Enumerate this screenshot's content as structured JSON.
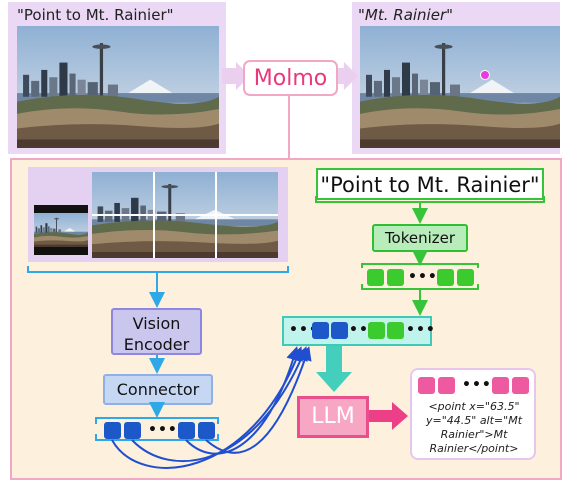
{
  "top": {
    "input_label": "\"Point to Mt. Rainier\"",
    "output_label_quote_open": "\"",
    "output_label_text": "Mt. Rainier",
    "output_label_quote_close": "\"",
    "model_label": "Molmo"
  },
  "main": {
    "prompt": "\"Point to Mt. Rainier\"",
    "tokenizer": "Tokenizer",
    "vision_encoder_line1": "Vision",
    "vision_encoder_line2": "Encoder",
    "connector": "Connector",
    "llm": "LLM",
    "ellipsis": "•••",
    "output_text_line1": "<point x=\"63.5\"",
    "output_text_line2": "y=\"44.5\" alt=\"Mt",
    "output_text_line3": "Rainier\">Mt",
    "output_text_line4": "Rainier</point>"
  },
  "colors": {
    "pink_accent": "#e8397a",
    "green": "#37c43b",
    "blue_tokens": "#1d58c9",
    "sky_arrow": "#2ea8e6",
    "teal": "#3fc9b8",
    "point_marker": "#e83ce0"
  }
}
